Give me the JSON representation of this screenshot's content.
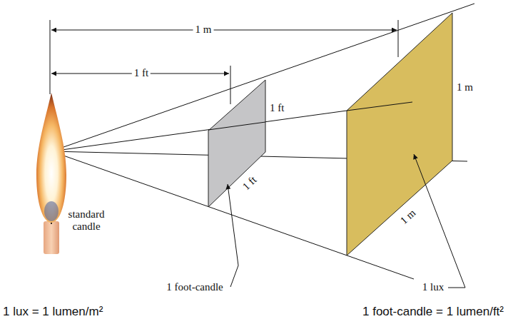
{
  "diagram": {
    "labels": [
      "1 m",
      "1 ft",
      "1 ft",
      "1 ft",
      "1 m",
      "1 m",
      "standard candle",
      "1 foot-candle",
      "1 lux",
      "1 lux = 1 lumen/m²",
      "1 foot-candle = 1 lumen/ft²"
    ]
  }
}
